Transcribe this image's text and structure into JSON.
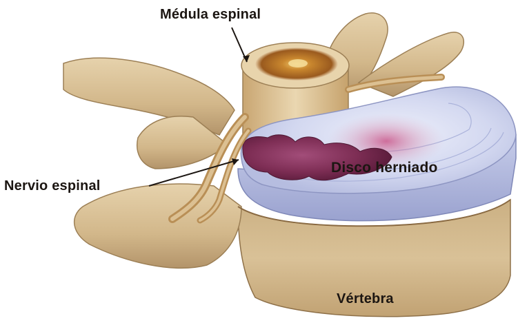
{
  "labels": {
    "spinal_cord": "Médula espinal",
    "spinal_nerve": "Nervio espinal",
    "herniated_disc": "Disco herniado",
    "vertebra": "Vértebra"
  },
  "colors": {
    "bone": "#d8bf95",
    "bone_shadow": "#a88a5c",
    "nerve": "#c9a56a",
    "cord_core": "#c9892f",
    "disc": "#cdd3ee",
    "disc_edge": "#8d95c2",
    "herniation": "#7e2e55"
  }
}
